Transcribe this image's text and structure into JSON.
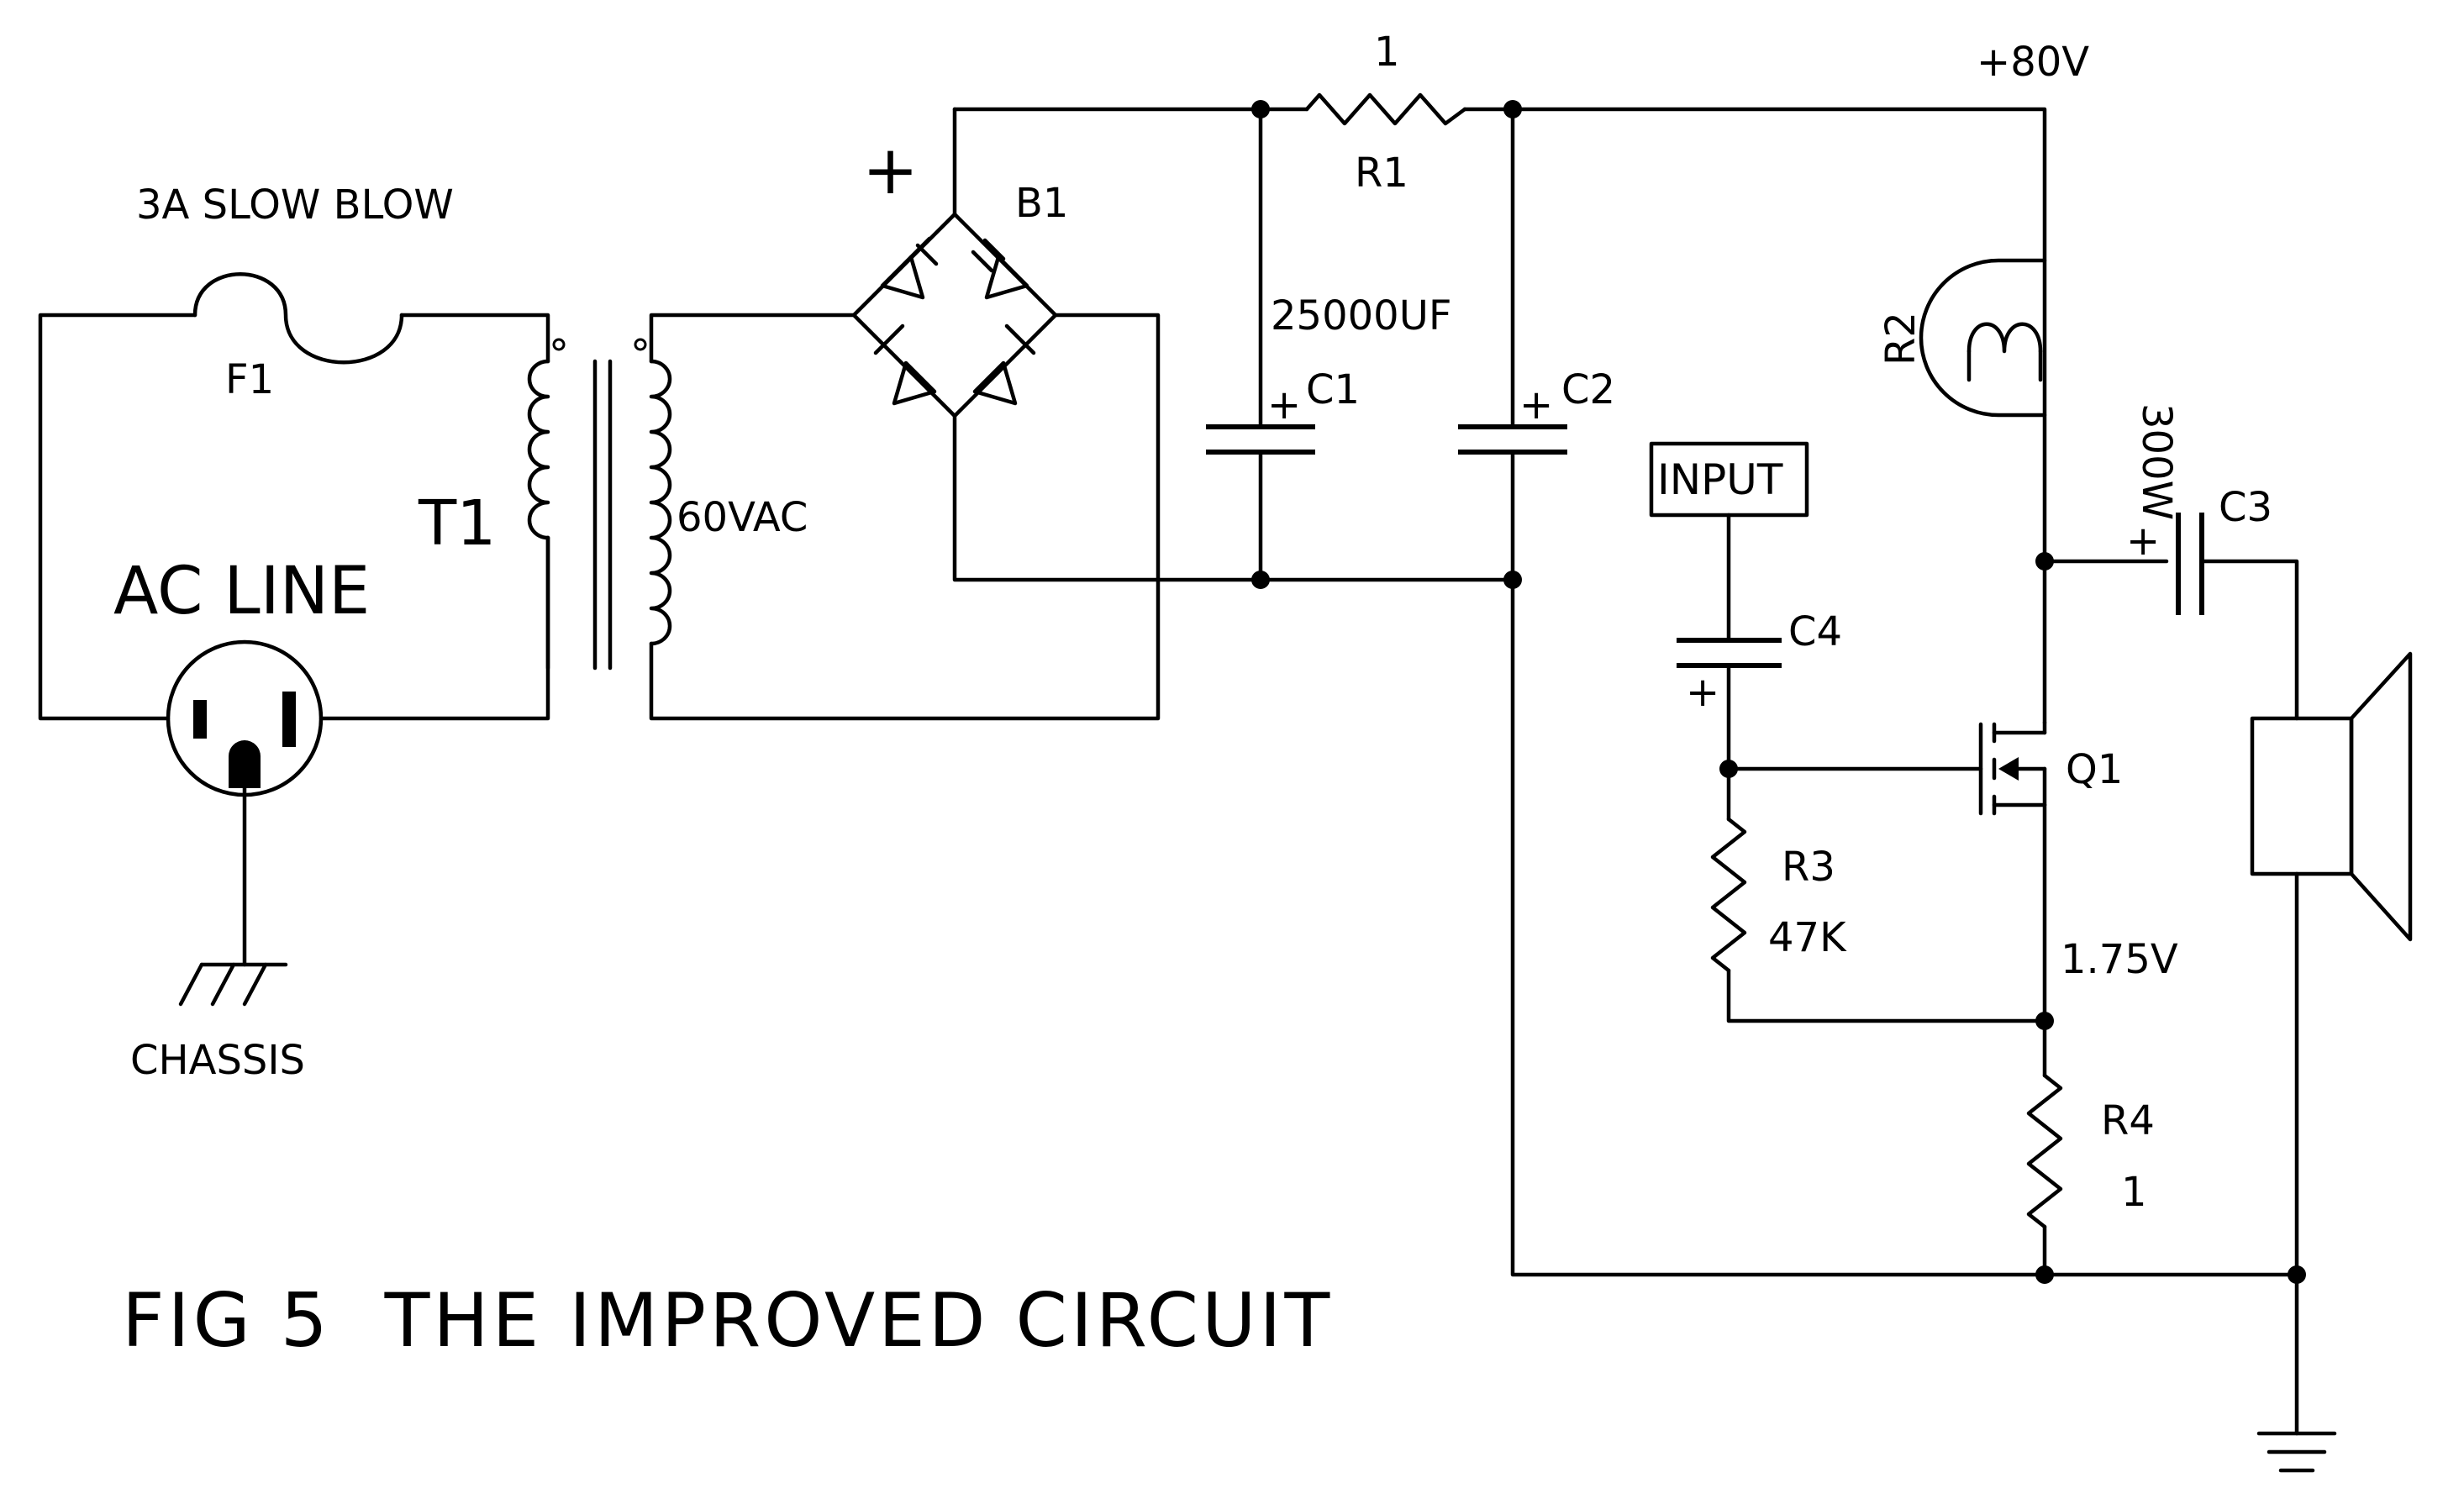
{
  "colors": {
    "ink": "#000000",
    "background": "#ffffff"
  },
  "figure": {
    "caption": "FIG 5  THE IMPROVED CIRCUIT"
  },
  "labels": {
    "fuse_rating": "3A SLOW BLOW",
    "fuse": "F1",
    "transformer": "T1",
    "ac_line": "AC LINE",
    "chassis": "CHASSIS",
    "secondary_voltage": "60VAC",
    "bridge": "B1",
    "bridge_plus": "+",
    "r1_value": "1",
    "r1": "R1",
    "supply_voltage": "+80V",
    "c1_value": "25000UF",
    "c1": "C1",
    "c1_plus": "+",
    "c2": "C2",
    "c2_plus": "+",
    "r2": "R2",
    "r2_value": "300W",
    "c3": "C3",
    "c3_plus": "+",
    "input": "INPUT",
    "c4": "C4",
    "c4_plus": "+",
    "q1": "Q1",
    "r3": "R3",
    "r3_value": "47K",
    "source_voltage": "1.75V",
    "r4": "R4",
    "r4_value": "1"
  },
  "icons": [
    "fuse-icon",
    "transformer-icon",
    "ac-plug-icon",
    "chassis-ground-icon",
    "bridge-rectifier-icon",
    "resistor-icon",
    "capacitor-icon",
    "lamp-icon",
    "mosfet-icon",
    "speaker-icon",
    "ground-icon"
  ]
}
